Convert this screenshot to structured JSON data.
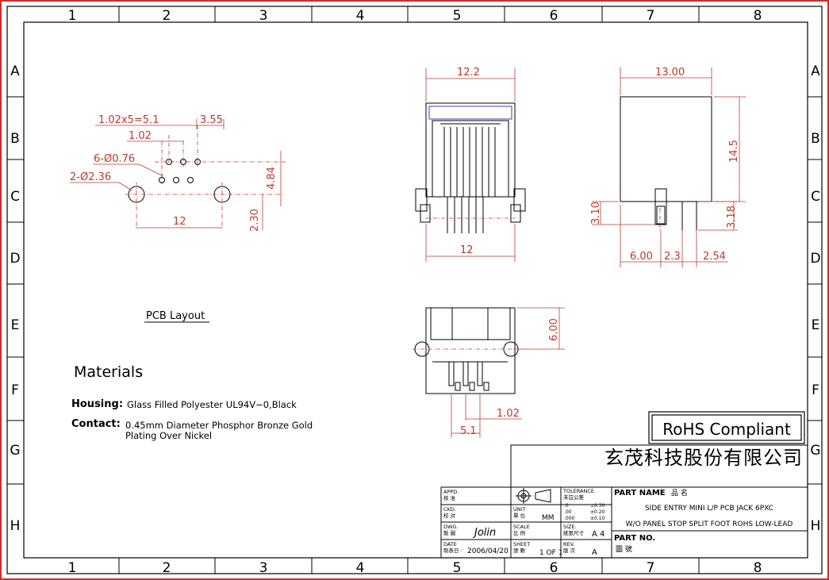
{
  "grid": {
    "columns": [
      "1",
      "2",
      "3",
      "4",
      "5",
      "6",
      "7",
      "8"
    ],
    "rows": [
      "A",
      "B",
      "C",
      "D",
      "E",
      "F",
      "G",
      "H"
    ]
  },
  "pcb_layout": {
    "title": "PCB Layout",
    "dim_pitch_total": "1.02x5=5.1",
    "dim_pitch": "1.02",
    "dim_offset": "3.55",
    "dim_pin_holes": "6-Ø0.76",
    "dim_post_holes": "2-Ø2.36",
    "dim_post_spacing": "12",
    "dim_height_1": "4.84",
    "dim_height_2": "2.30"
  },
  "front_view": {
    "dim_top": "12.2",
    "dim_bottom": "12"
  },
  "side_view": {
    "dim_top": "13.00",
    "dim_height": "14.5",
    "dim_left": "3.10",
    "dim_right": "3.18",
    "dim_b1": "6.00",
    "dim_b2": "2.3",
    "dim_b3": "2.54"
  },
  "bottom_view": {
    "dim_depth": "6.00",
    "dim_pitch": "1.02",
    "dim_span": "5.1"
  },
  "materials": {
    "title": "Materials",
    "housing_label": "Housing:",
    "housing_value": "Glass  Filled  Polyester  UL94V−0,Black",
    "contact_label": "Contact:",
    "contact_value_1": "0.45mm  Diameter  Phosphor  Bronze  Gold",
    "contact_value_2": "Plating  Over  Nickel"
  },
  "rohs": "RoHS Compliant",
  "title_block": {
    "company": "玄茂科技股份有限公司",
    "appd": "APPD.",
    "appd_cn": "核 准",
    "ckd": "CKD.",
    "ckd_cn": "校 对",
    "dwg": "DWG.",
    "dwg_cn": "製 圖",
    "dwg_sign": "Jolin",
    "date": "DATE",
    "date_cn": "制表日 :",
    "date_value": "2006/04/20",
    "unit": "UNIT",
    "unit_cn": "單 位",
    "unit_value": "MM",
    "scale": "SCALE",
    "scale_cn": "比 例",
    "sheet": "SHEET",
    "sheet_cn": "張 數",
    "sheet_value": "1 OF 1",
    "tolerance": "TOLERANCE",
    "tolerance_cn": "未註公差",
    "tol_rows": [
      [
        ".0",
        "±0.30"
      ],
      [
        ".00",
        "±0.20"
      ],
      [
        ".000",
        "±0.10"
      ]
    ],
    "size": "SIZE.",
    "size_cn": "紙張尺寸",
    "size_value": "A 4",
    "rev": "REV.",
    "rev_cn": "版 次",
    "rev_value": "A",
    "part_name": "PART NAME",
    "part_name_cn": "品    名",
    "part_desc_1": "SIDE ENTRY MINI L/P PCB JACK 6PXC",
    "part_desc_2": "W/O PANEL STOP SPLIT FOOT ROHS LOW-LEAD",
    "part_no": "PART NO.",
    "part_no_cn": "圖    號"
  }
}
